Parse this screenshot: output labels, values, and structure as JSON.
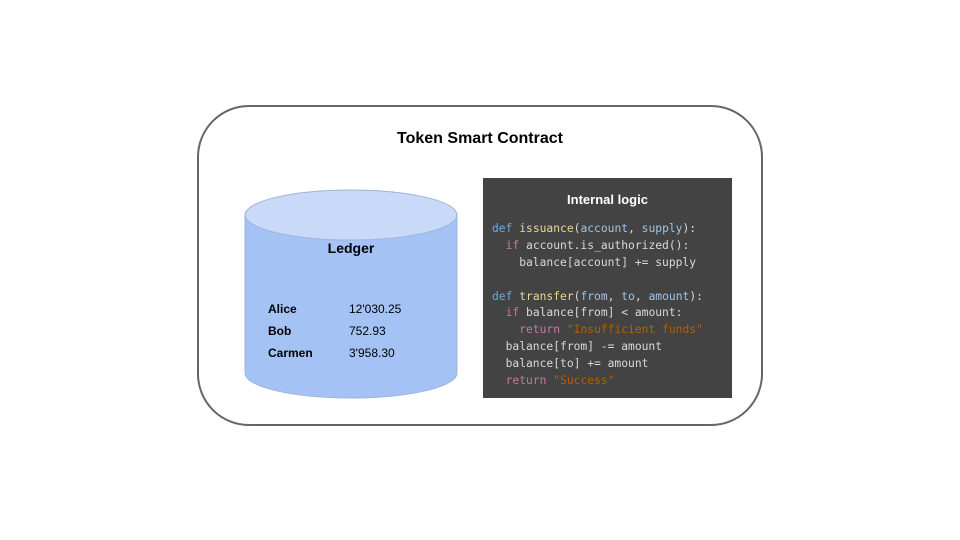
{
  "title": "Token Smart Contract",
  "ledger": {
    "title": "Ledger",
    "rows": [
      {
        "name": "Alice",
        "balance": "12'030.25"
      },
      {
        "name": "Bob",
        "balance": "752.93"
      },
      {
        "name": "Carmen",
        "balance": "3'958.30"
      }
    ]
  },
  "logic": {
    "title": "Internal logic",
    "lines": [
      [
        [
          "def",
          "def"
        ],
        [
          " ",
          "plain"
        ],
        [
          "issuance",
          "fn"
        ],
        [
          "(",
          "plain"
        ],
        [
          "account",
          "param"
        ],
        [
          ", ",
          "plain"
        ],
        [
          "supply",
          "param"
        ],
        [
          "):",
          "plain"
        ]
      ],
      [
        [
          "  ",
          "plain"
        ],
        [
          "if",
          "kw"
        ],
        [
          " account.is_authorized():",
          "plain"
        ]
      ],
      [
        [
          "    balance[account] += supply",
          "plain"
        ]
      ],
      [
        [
          "",
          "plain"
        ]
      ],
      [
        [
          "def",
          "def"
        ],
        [
          " ",
          "plain"
        ],
        [
          "transfer",
          "fn"
        ],
        [
          "(",
          "plain"
        ],
        [
          "from",
          "param"
        ],
        [
          ", ",
          "plain"
        ],
        [
          "to",
          "param"
        ],
        [
          ", ",
          "plain"
        ],
        [
          "amount",
          "param"
        ],
        [
          "):",
          "plain"
        ]
      ],
      [
        [
          "  ",
          "plain"
        ],
        [
          "if",
          "kw"
        ],
        [
          " balance[from] < amount:",
          "plain"
        ]
      ],
      [
        [
          "    ",
          "plain"
        ],
        [
          "return",
          "kw"
        ],
        [
          " ",
          "plain"
        ],
        [
          "\"Insufficient funds\"",
          "str"
        ]
      ],
      [
        [
          "  balance[from] -= amount",
          "plain"
        ]
      ],
      [
        [
          "  balance[to] += amount",
          "plain"
        ]
      ],
      [
        [
          "  ",
          "plain"
        ],
        [
          "return",
          "kw"
        ],
        [
          " ",
          "plain"
        ],
        [
          "\"Success\"",
          "str"
        ]
      ]
    ]
  },
  "colors": {
    "cylinder_body": "#a4c2f4",
    "cylinder_top": "#c9daf8",
    "code_bg": "#434343",
    "keyword_def": "#6fa8dc",
    "function": "#e8d79a",
    "param": "#9fc5e8",
    "keyword": "#c27ba0",
    "string": "#b45f06"
  }
}
